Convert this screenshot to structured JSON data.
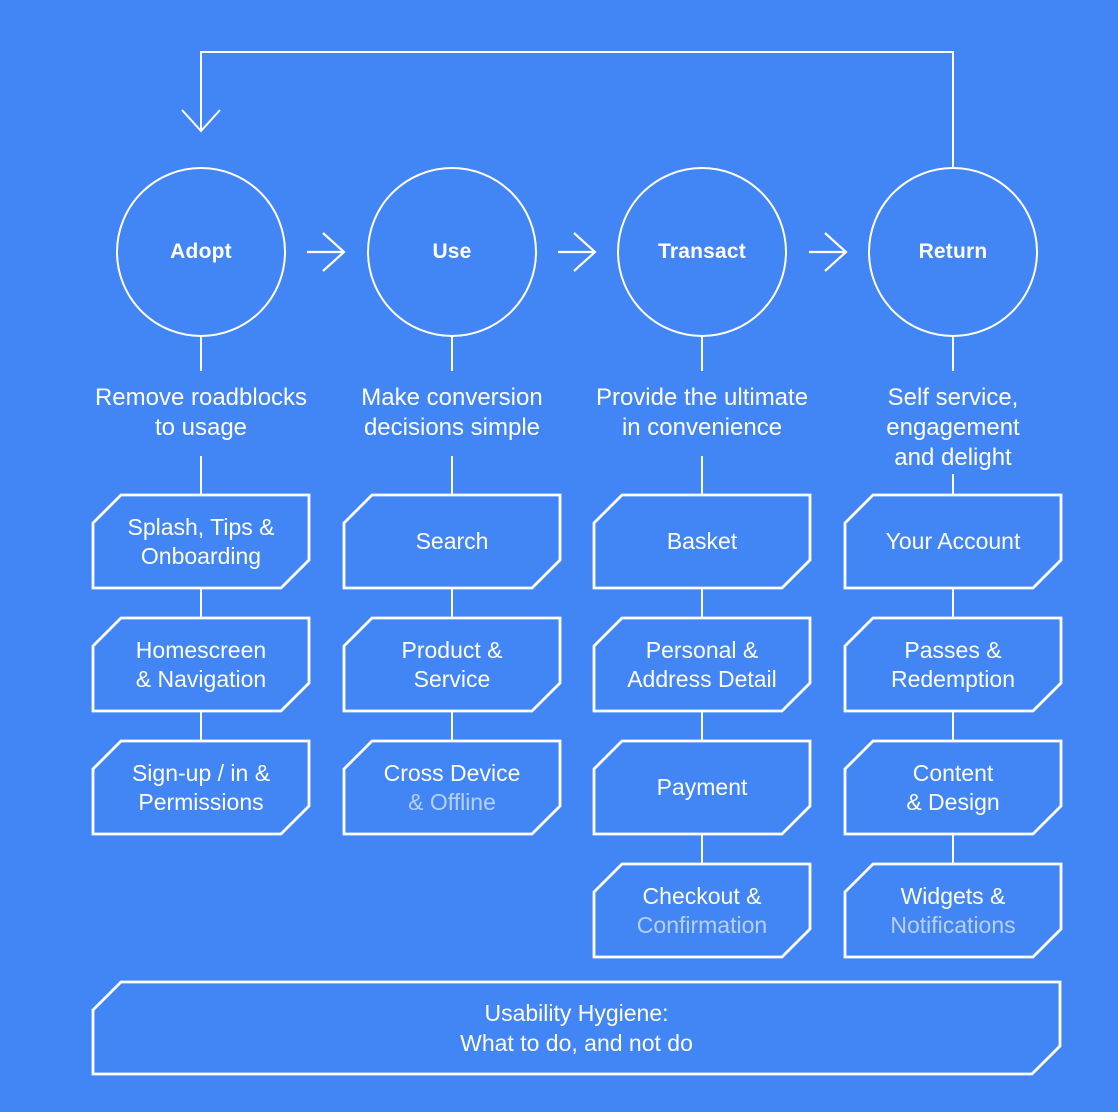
{
  "palette": {
    "background": "#4285F4",
    "stroke": "#FFFFFF",
    "text": "#FFFFFF",
    "dim_text": "rgba(255,255,255,0.62)"
  },
  "stages": [
    {
      "label": "Adopt",
      "description_lines": [
        "Remove roadblocks",
        "to usage"
      ],
      "boxes": [
        {
          "lines": [
            "Splash, Tips &",
            "Onboarding"
          ]
        },
        {
          "lines": [
            "Homescreen",
            "& Navigation"
          ]
        },
        {
          "lines": [
            "Sign-up / in &",
            "Permissions"
          ]
        }
      ]
    },
    {
      "label": "Use",
      "description_lines": [
        "Make conversion",
        "decisions simple"
      ],
      "boxes": [
        {
          "lines": [
            "Search"
          ]
        },
        {
          "lines": [
            "Product &",
            "Service"
          ]
        },
        {
          "lines": [
            "Cross Device",
            "& Offline"
          ]
        }
      ]
    },
    {
      "label": "Transact",
      "description_lines": [
        "Provide the ultimate",
        "in convenience"
      ],
      "boxes": [
        {
          "lines": [
            "Basket"
          ]
        },
        {
          "lines": [
            "Personal &",
            "Address Detail"
          ]
        },
        {
          "lines": [
            "Payment"
          ]
        },
        {
          "lines": [
            "Checkout &",
            "Confirmation"
          ]
        }
      ]
    },
    {
      "label": "Return",
      "description_lines": [
        "Self service,",
        "engagement",
        "and delight"
      ],
      "boxes": [
        {
          "lines": [
            "Your Account"
          ]
        },
        {
          "lines": [
            "Passes &",
            "Redemption"
          ]
        },
        {
          "lines": [
            "Content",
            "& Design"
          ]
        },
        {
          "lines": [
            "Widgets &",
            "Notifications"
          ]
        }
      ]
    }
  ],
  "footer": {
    "lines": [
      "Usability Hygiene:",
      "What to do, and not do"
    ]
  }
}
